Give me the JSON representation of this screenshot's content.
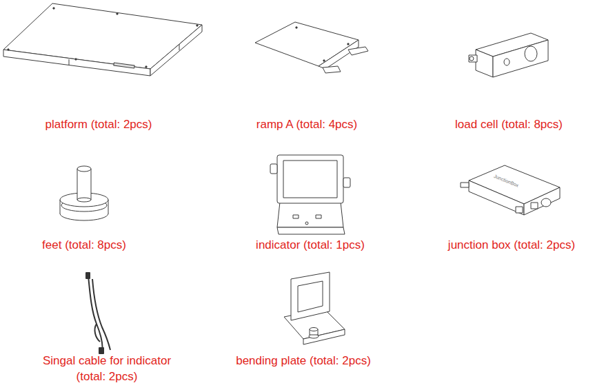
{
  "diagram": {
    "labels": [
      "platform (total: 2pcs)",
      "ramp A (total: 4pcs)",
      "load cell (total: 8pcs)",
      "feet (total: 8pcs)",
      "indicator (total: 1pcs)",
      "JunctionBox",
      "junction box (total: 2pcs)",
      "Singal cable for indicator (total: 2pcs)",
      "bending plate (total: 2pcs)"
    ]
  }
}
